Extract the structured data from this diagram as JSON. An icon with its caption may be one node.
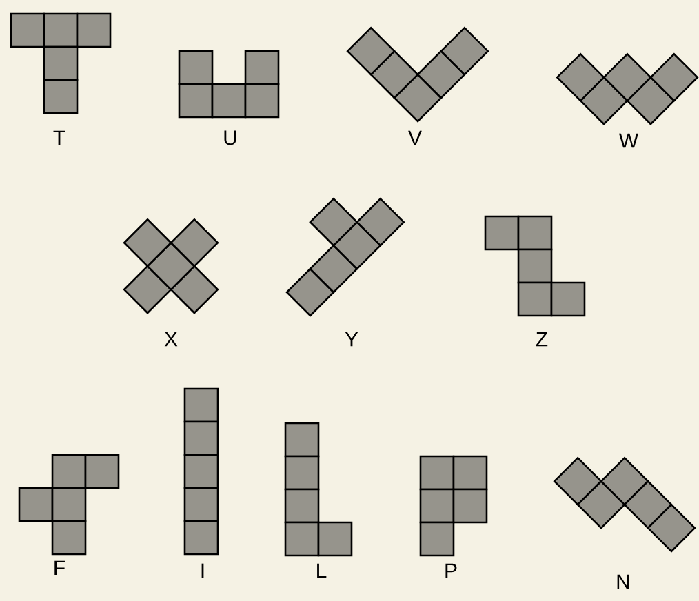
{
  "diagram": {
    "labels": [
      "T",
      "U",
      "V",
      "W",
      "X",
      "Y",
      "Z",
      "F",
      "I",
      "L",
      "P",
      "N"
    ]
  }
}
